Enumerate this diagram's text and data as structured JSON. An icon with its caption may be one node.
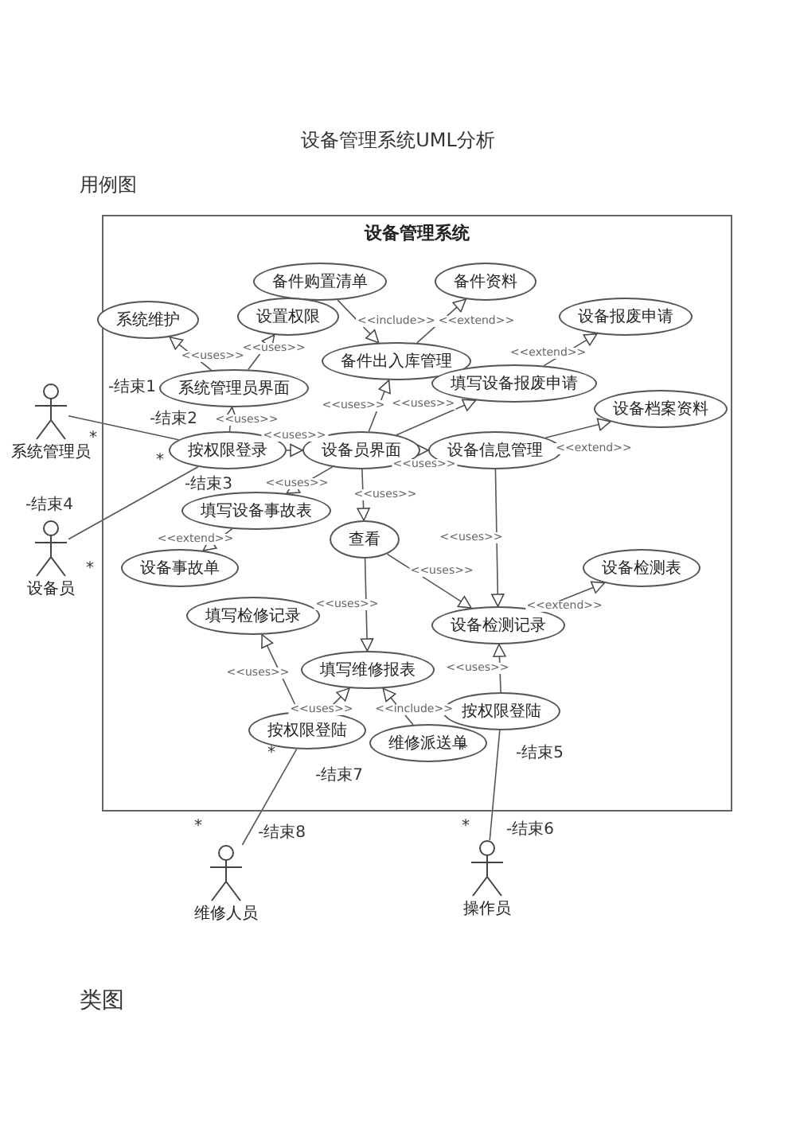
{
  "diagram": {
    "title": "设备管理系统UML分析",
    "nodes": [
      {
        "text": [
          "设备管理系统"
        ]
      },
      {
        "text": [
          "备件购置清单"
        ],
        "in": 0
      },
      {
        "text": [
          "备件资料"
        ],
        "in": 0
      },
      {
        "text": [
          "系统维护"
        ],
        "in": 0
      },
      {
        "text": [
          "设置权限"
        ],
        "in": 0
      },
      {
        "text": [
          "系统管理员界面"
        ],
        "in": 0
      },
      {
        "text": [
          "备件出入库管理"
        ],
        "in": 0
      },
      {
        "text": [
          "设备报废申请"
        ],
        "in": 0
      },
      {
        "text": [
          "填写设备报废申请"
        ],
        "in": 0
      },
      {
        "text": [
          "按权限登录"
        ],
        "in": 0
      },
      {
        "text": [
          "设备员界面"
        ],
        "in": 0
      },
      {
        "text": [
          "设备信息管理"
        ],
        "in": 0
      },
      {
        "text": [
          "设备档案资料"
        ],
        "in": 0
      },
      {
        "text": [
          "填写设备事故表"
        ],
        "in": 0
      },
      {
        "text": [
          "设备事故单"
        ],
        "in": 0
      },
      {
        "text": [
          "查看"
        ],
        "in": 0
      },
      {
        "text": [
          "设备检测表"
        ],
        "in": 0
      },
      {
        "text": [
          "设备检测记录"
        ],
        "in": 0
      },
      {
        "text": [
          "填写检修记录"
        ],
        "in": 0
      },
      {
        "text": [
          "填写维修报表"
        ],
        "in": 0
      },
      {
        "text": [
          "按权限登陆"
        ],
        "in": 0
      },
      {
        "text": [
          "维修派送单"
        ],
        "in": 0
      },
      {
        "text": [
          "按权限登陆"
        ],
        "in": 0
      },
      {
        "text": [
          "系统管理员"
        ]
      },
      {
        "text": [
          "设备员"
        ]
      },
      {
        "text": [
          "维修人员"
        ]
      },
      {
        "text": [
          "操作员"
        ]
      }
    ],
    "edges": [
      {
        "from": 5,
        "to": 3,
        "arrow": "to",
        "label": "<<uses>>"
      },
      {
        "from": 5,
        "to": 4,
        "arrow": "to",
        "label": "<<uses>>"
      },
      {
        "from": 1,
        "to": 6,
        "arrow": "to",
        "label": "<<include>>"
      },
      {
        "from": 6,
        "to": 2,
        "arrow": "to",
        "label": "<<extend>>"
      },
      {
        "from": 8,
        "to": 7,
        "arrow": "to",
        "label": "<<extend>>"
      },
      {
        "from": 9,
        "to": 5,
        "arrow": "to",
        "label": "<<uses>>"
      },
      {
        "from": 10,
        "to": 6,
        "arrow": "to",
        "label": "<<uses>>"
      },
      {
        "from": 10,
        "to": 8,
        "arrow": "to",
        "label": "<<uses>>"
      },
      {
        "from": 9,
        "to": 10,
        "arrow": "to",
        "label": "<<uses>>"
      },
      {
        "from": 10,
        "to": 11,
        "arrow": "to",
        "label": "<<uses>>"
      },
      {
        "from": 11,
        "to": 12,
        "arrow": "to",
        "label": "<<extend>>"
      },
      {
        "from": 10,
        "to": 13,
        "arrow": "to",
        "label": "<<uses>>"
      },
      {
        "from": 10,
        "to": 15,
        "arrow": "to",
        "label": "<<uses>>"
      },
      {
        "from": 13,
        "to": 14,
        "arrow": "to",
        "label": "<<extend>>"
      },
      {
        "from": 15,
        "to": 19,
        "arrow": "to",
        "label": "<<uses>>"
      },
      {
        "from": 15,
        "to": 17,
        "arrow": "to",
        "label": "<<uses>>"
      },
      {
        "from": 11,
        "to": 17,
        "arrow": "to",
        "label": "<<uses>>"
      },
      {
        "from": 17,
        "to": 16,
        "arrow": "to",
        "label": "<<extend>>"
      },
      {
        "from": 22,
        "to": 17,
        "arrow": "to",
        "label": "<<uses>>"
      },
      {
        "from": 20,
        "to": 18,
        "arrow": "to",
        "label": "<<uses>>"
      },
      {
        "from": 20,
        "to": 19,
        "arrow": "to",
        "label": "<<uses>>"
      },
      {
        "from": 21,
        "to": 19,
        "arrow": "to",
        "label": "<<include>>"
      },
      {
        "from": 23,
        "to": 9,
        "arrow": "none"
      },
      {
        "from": 24,
        "to": 9,
        "arrow": "none"
      },
      {
        "from": 25,
        "to": 20,
        "arrow": "none"
      },
      {
        "from": 26,
        "to": 22,
        "arrow": "none"
      }
    ],
    "labels": [
      "用例图",
      "-结束1",
      "-结束2",
      "*",
      "-结束3",
      "*",
      "-结束4",
      "*",
      "*",
      "-结束7",
      "*",
      "-结束5",
      "*",
      "-结束8",
      "*",
      "-结束6",
      "类图"
    ]
  }
}
